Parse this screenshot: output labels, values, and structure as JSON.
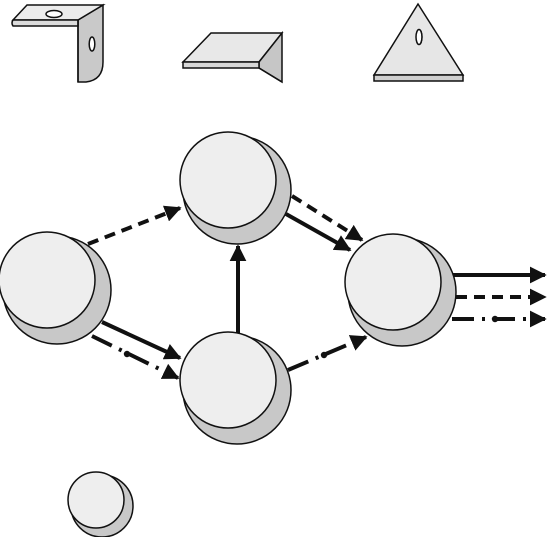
{
  "diagram": {
    "parts": [
      {
        "id": "part-l-bracket",
        "icon": "l-bracket-icon"
      },
      {
        "id": "part-wedge",
        "icon": "wedge-icon"
      },
      {
        "id": "part-triangle-gusset",
        "icon": "triangle-gusset-icon"
      }
    ],
    "nodes": [
      {
        "id": "left"
      },
      {
        "id": "top"
      },
      {
        "id": "bottom"
      },
      {
        "id": "right"
      },
      {
        "id": "legend"
      }
    ],
    "edges": [
      {
        "from": "left",
        "to": "top",
        "style": "dashed"
      },
      {
        "from": "left",
        "to": "bottom",
        "style": "solid"
      },
      {
        "from": "left",
        "to": "bottom",
        "style": "dash-dot"
      },
      {
        "from": "bottom",
        "to": "top",
        "style": "solid"
      },
      {
        "from": "top",
        "to": "right",
        "style": "dashed"
      },
      {
        "from": "top",
        "to": "right",
        "style": "solid"
      },
      {
        "from": "bottom",
        "to": "right",
        "style": "dash-dot"
      },
      {
        "from": "right",
        "to": "out",
        "style": "solid"
      },
      {
        "from": "right",
        "to": "out",
        "style": "dashed"
      },
      {
        "from": "right",
        "to": "out",
        "style": "dash-dot"
      }
    ],
    "colors": {
      "stroke": "#111111",
      "disc_front": "#eeeeee",
      "disc_back": "#c8c8c8",
      "part_fill": "#e8e8e8",
      "part_side": "#c4c4c4"
    }
  }
}
